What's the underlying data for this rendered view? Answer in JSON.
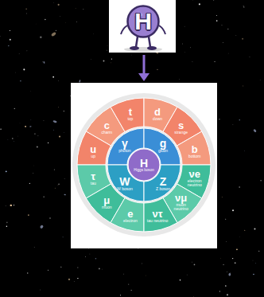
{
  "diagram": {
    "nodes": [
      {
        "text": [
          "H"
        ]
      },
      {
        "text": [
          "c",
          "charm"
        ]
      },
      {
        "text": [
          "t",
          "top"
        ]
      },
      {
        "text": [
          "d",
          "down"
        ]
      },
      {
        "text": [
          "s",
          "strange"
        ]
      },
      {
        "text": [
          "u",
          "up"
        ]
      },
      {
        "text": [
          "γ",
          "photon"
        ]
      },
      {
        "text": [
          "H",
          "Higgs boson"
        ]
      },
      {
        "text": [
          "g",
          "gluon"
        ]
      },
      {
        "text": [
          "b",
          "bottom"
        ]
      },
      {
        "text": [
          "τ",
          "tau"
        ]
      },
      {
        "text": [
          "W",
          "W boson"
        ]
      },
      {
        "text": [
          "Z",
          "Z boson"
        ]
      },
      {
        "text": [
          "νe",
          "electron neutrino"
        ]
      },
      {
        "text": [
          "μ",
          "muon"
        ]
      },
      {
        "text": [
          "νμ",
          "muon neutrino"
        ]
      },
      {
        "text": [
          "e",
          "electron"
        ]
      },
      {
        "text": [
          "ντ",
          "tau neutrino"
        ]
      }
    ]
  }
}
